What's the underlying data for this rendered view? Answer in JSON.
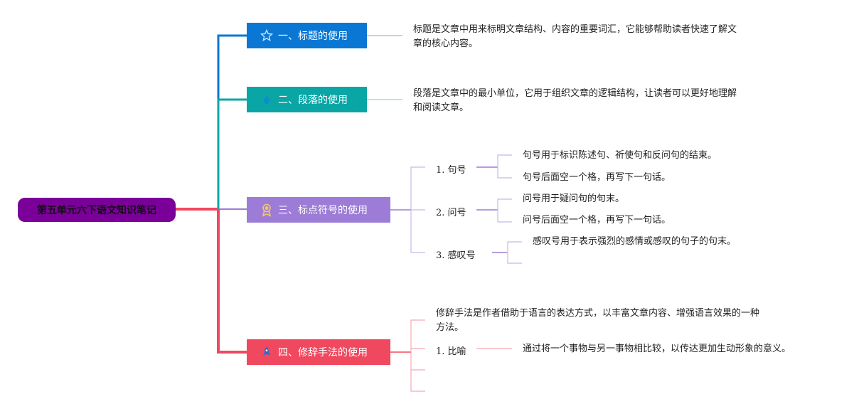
{
  "root": {
    "label": "第五单元六下语文知识笔记"
  },
  "topics": [
    {
      "label": "一、标题的使用",
      "icon": "star-icon",
      "color": "#0a77d4",
      "note": [
        "标题是文章中用来标明文章结构、内容的重要词汇，它能够帮助读者快速了解文",
        "章的核心内容。"
      ]
    },
    {
      "label": "二、段落的使用",
      "icon": "drop-icon",
      "color": "#0aa6a6",
      "note": [
        "段落是文章中的最小单位，它用于组织文章的逻辑结构，让读者可以更好地理解",
        "和阅读文章。"
      ]
    },
    {
      "label": "三、标点符号的使用",
      "icon": "medal-icon",
      "color": "#9c7cd6",
      "subs": [
        {
          "label": "1. 句号",
          "details": [
            "句号用于标识陈述句、祈使句和反问句的结束。",
            "句号后面空一个格，再写下一句话。"
          ]
        },
        {
          "label": "2. 问号",
          "details": [
            "问号用于疑问句的句末。",
            "问号后面空一个格，再写下一句话。"
          ]
        },
        {
          "label": "3. 感叹号",
          "details": [
            "感叹号用于表示强烈的感情或感叹的句子的句末。"
          ]
        }
      ]
    },
    {
      "label": "四、修辞手法的使用",
      "icon": "rocket-icon",
      "color": "#f0485e",
      "note": [
        "修辞手法是作者借助于语言的表达方式，以丰富文章内容、增强语言效果的一种",
        "方法。"
      ],
      "subs": [
        {
          "label": "1. 比喻",
          "details": [
            "通过将一个事物与另一事物相比较，以传达更加生动形象的意义。"
          ]
        }
      ]
    }
  ]
}
